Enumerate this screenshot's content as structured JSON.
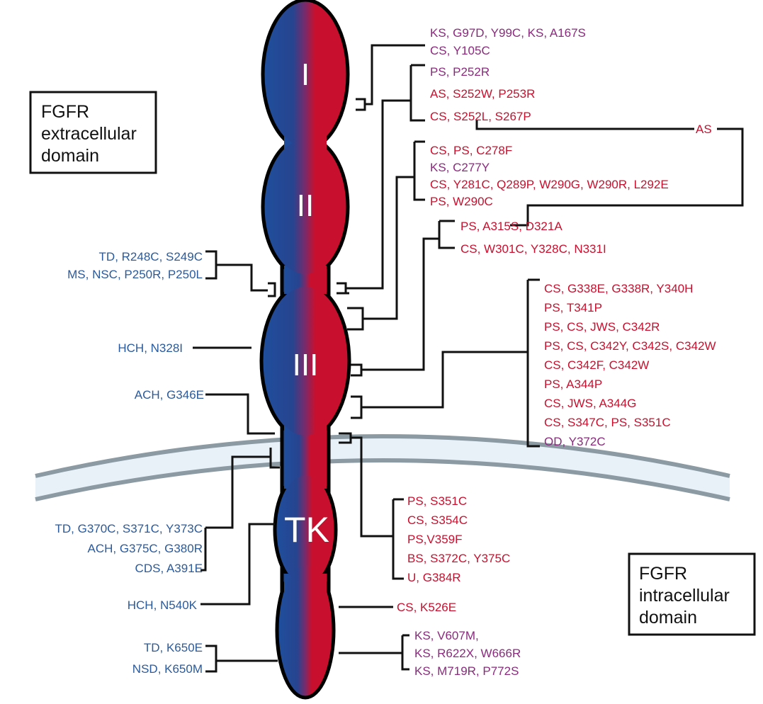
{
  "colors": {
    "left_gradient": "#1f4e9c",
    "right_gradient": "#c8102e",
    "label_blue": "#2a5a9c",
    "label_red": "#c8102e",
    "label_purple": "#8b2a7e",
    "membrane": "#8c9aa3",
    "membrane_fill": "#e8f1f8"
  },
  "boxes": {
    "extracellular": [
      "FGFR",
      "extracellular",
      "domain"
    ],
    "intracellular": [
      "FGFR",
      "intracellular",
      "domain"
    ]
  },
  "domains": {
    "d1": "I",
    "d2": "II",
    "d3": "III",
    "tk": "TK"
  },
  "labels": {
    "r1a": "KS, G97D, Y99C, KS, A167S",
    "r1b": "CS, Y105C",
    "r2a": "PS, P252R",
    "r2b": "AS, S252W, P253R",
    "r2c": "CS, S252L, S267P",
    "as": "AS",
    "r3a": "CS, PS, C278F",
    "r3b": "KS, C277Y",
    "r3c": "CS, Y281C, Q289P, W290G, W290R, L292E",
    "r3d": "PS, W290C",
    "r4a": "PS, A315S, D321A",
    "r4b": "CS, W301C, Y328C, N331I",
    "r5a": "CS, G338E, G338R, Y340H",
    "r5b": "PS, T341P",
    "r5c": "PS, CS, JWS, C342R",
    "r5d": "PS, CS, C342Y, C342S, C342W",
    "r5e": "CS, C342F, C342W",
    "r5f": "PS, A344P",
    "r5g": "CS, JWS, A344G",
    "r5h": "CS, S347C, PS, S351C",
    "r5i": "OD, Y372C",
    "r6a": "PS, S351C",
    "r6b": "CS, S354C",
    "r6c": "PS,V359F",
    "r6d": "BS, S372C, Y375C",
    "r6e": "U, G384R",
    "r7": "CS, K526E",
    "r8a": "KS, V607M,",
    "r8b": "KS, R622X, W666R",
    "r8c": "KS, M719R, P772S",
    "l1a": "TD, R248C, S249C",
    "l1b": "MS, NSC, P250R, P250L",
    "l2": "HCH, N328I",
    "l3": "ACH, G346E",
    "l4a": "TD, G370C, S371C, Y373C",
    "l4b": "ACH, G375C, G380R",
    "l4c": "CDS, A391E",
    "l5": "HCH, N540K",
    "l6a": "TD, K650E",
    "l6b": "NSD, K650M"
  }
}
